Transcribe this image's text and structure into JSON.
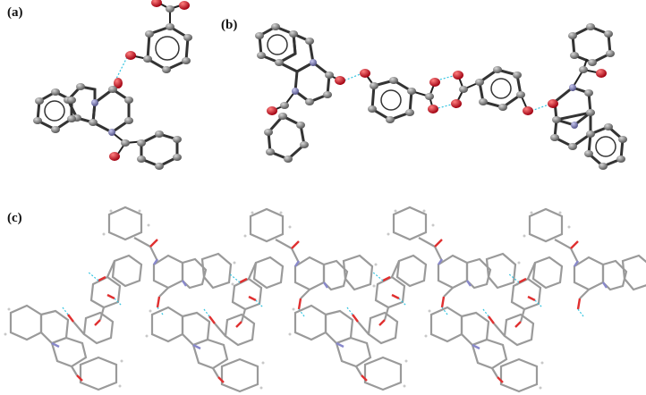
{
  "panels": {
    "a": {
      "label": "(a)"
    },
    "b": {
      "label": "(b)"
    },
    "c": {
      "label": "(c)"
    }
  },
  "colors": {
    "carbon_ellipsoid": "#7a7a7a",
    "oxygen_ellipsoid": "#c8102e",
    "nitrogen_ellipsoid": "#6a6aaa",
    "hydrogen_bond": "#33c4e0",
    "wire_carbon": "#9a9a9a",
    "wire_oxygen": "#e03030",
    "wire_nitrogen": "#8888cc"
  }
}
